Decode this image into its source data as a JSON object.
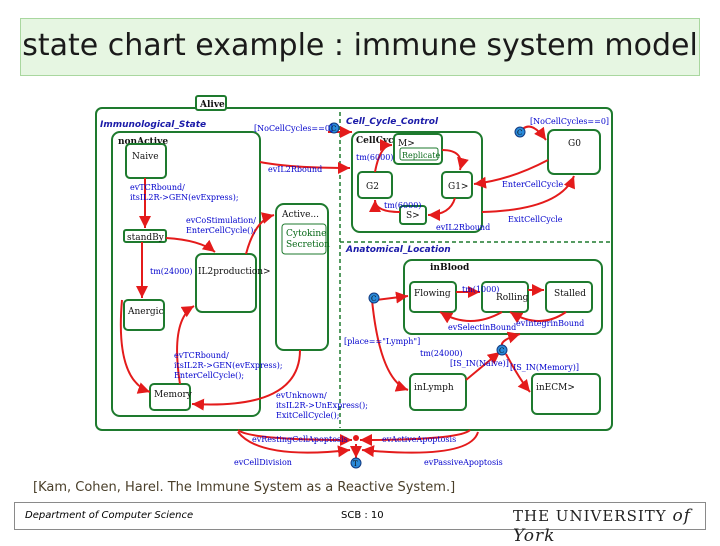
{
  "slide": {
    "title": "state chart example : immune system model",
    "citation": "[Kam, Cohen, Harel.  The Immune System as a Reactive System.]"
  },
  "footer": {
    "department": "Department of Computer Science",
    "page": "SCB : 10",
    "logo_text": "THE UNIVERSITY",
    "logo_of_york": "of York"
  },
  "diagram": {
    "top_state": "Alive",
    "regions": {
      "immunological": "Immunological_State",
      "cell_cycle": "Cell_Cycle_Control",
      "anatomical": "Anatomical_Location"
    },
    "states": {
      "non_active": "nonActive",
      "naive": "Naive",
      "stand_by": "standBy",
      "il2production": "IL2production>",
      "anergic": "Anergic",
      "memory": "Memory",
      "active": "Active...",
      "cytokine_line1": "Cytokine",
      "cytokine_line2": "Secretion",
      "cell_cycle": "CellCycle",
      "m": "M>",
      "replicate": "Replicate",
      "g2": "G2",
      "g1": "G1>",
      "s": "S>",
      "g0": "G0",
      "in_blood": "inBlood",
      "flowing": "Flowing",
      "rolling": "Rolling",
      "stalled": "Stalled",
      "in_lymph": "inLymph",
      "in_ecm": "inECM>"
    },
    "transitions": {
      "no_cell_cycles_left": "[NoCellCycles==0]",
      "no_cell_cycles_right": "[NoCellCycles==0]",
      "ev_il2_rbound_top": "evIL2Rbound",
      "tcr_bound_1": "evTCRbound/",
      "tcr_bound_2": "itsIL2R->GEN(evExpress);",
      "co_stim_1": "evCoStimulation/",
      "co_stim_2": "EnterCellCycle();",
      "tm24000_left": "tm(24000)",
      "tcr_bound_b1": "evTCRbound/",
      "tcr_bound_b2": "itsIL2R->GEN(evExpress);",
      "tcr_bound_b3": "EnterCellCycle();",
      "unknown_1": "evUnknown/",
      "unknown_2": "itsIL2R->UnExpress();",
      "unknown_3": "ExitCellCycle();",
      "tm6000_a": "tm(6000)",
      "tm6000_b": "tm(6000)",
      "ev_il2_rbound_cc": "evIL2Rbound",
      "enter_cell_cycle": "EnterCellCycle",
      "exit_cell_cycle": "ExitCellCycle",
      "tm1000": "tm(1000)",
      "selectin": "evSelectinBound",
      "integrin": "evIntegrinBound",
      "place_lymph": "[place==\"Lymph\"]",
      "tm24000_right": "tm(24000)",
      "is_in_naive": "[IS_IN(Naive)]",
      "is_in_memory": "[IS_IN(Memory)]",
      "resting_apoptosis": "evRestingCellApoptosis",
      "active_apoptosis": "evActiveApoptosis",
      "cell_division": "evCellDivision",
      "passive_apoptosis": "evPassiveApoptosis",
      "connector_c": "C",
      "terminal_t": "T"
    },
    "colors": {
      "state_border": "#1e7a2e",
      "transition": "#e41b1b",
      "event_text": "#0000cc",
      "region_title": "#1a1aa8",
      "title_bg": "#e6f6e2"
    }
  }
}
